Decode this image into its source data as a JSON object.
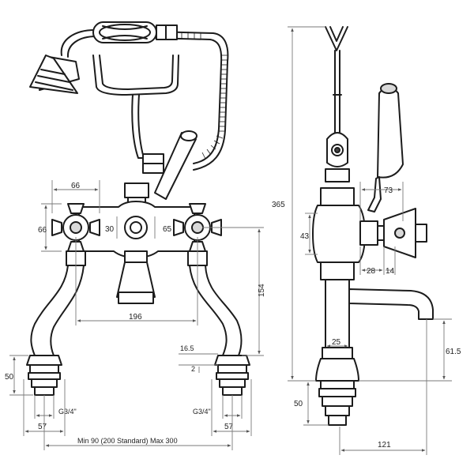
{
  "dimensions": {
    "front": {
      "d66_top": "66",
      "d66_left": "66",
      "d30": "30",
      "d65": "65",
      "d196": "196",
      "d154": "154",
      "d16_5": "16.5",
      "d2": "2",
      "d50": "50",
      "g34_left": "G3/4\"",
      "g34_right": "G3/4\"",
      "d57_left": "57",
      "d57_right": "57",
      "centres": "Min 90 (200 Standard) Max 300"
    },
    "side": {
      "d365": "365",
      "d73": "73",
      "d43": "43",
      "d28": "28",
      "d14": "14",
      "d25": "25",
      "d61_5": "61.5",
      "d50": "50",
      "d121": "121"
    }
  },
  "colors": {
    "line": "#1c1c1c",
    "dimension_line": "#7a7a7a",
    "background": "#ffffff"
  }
}
